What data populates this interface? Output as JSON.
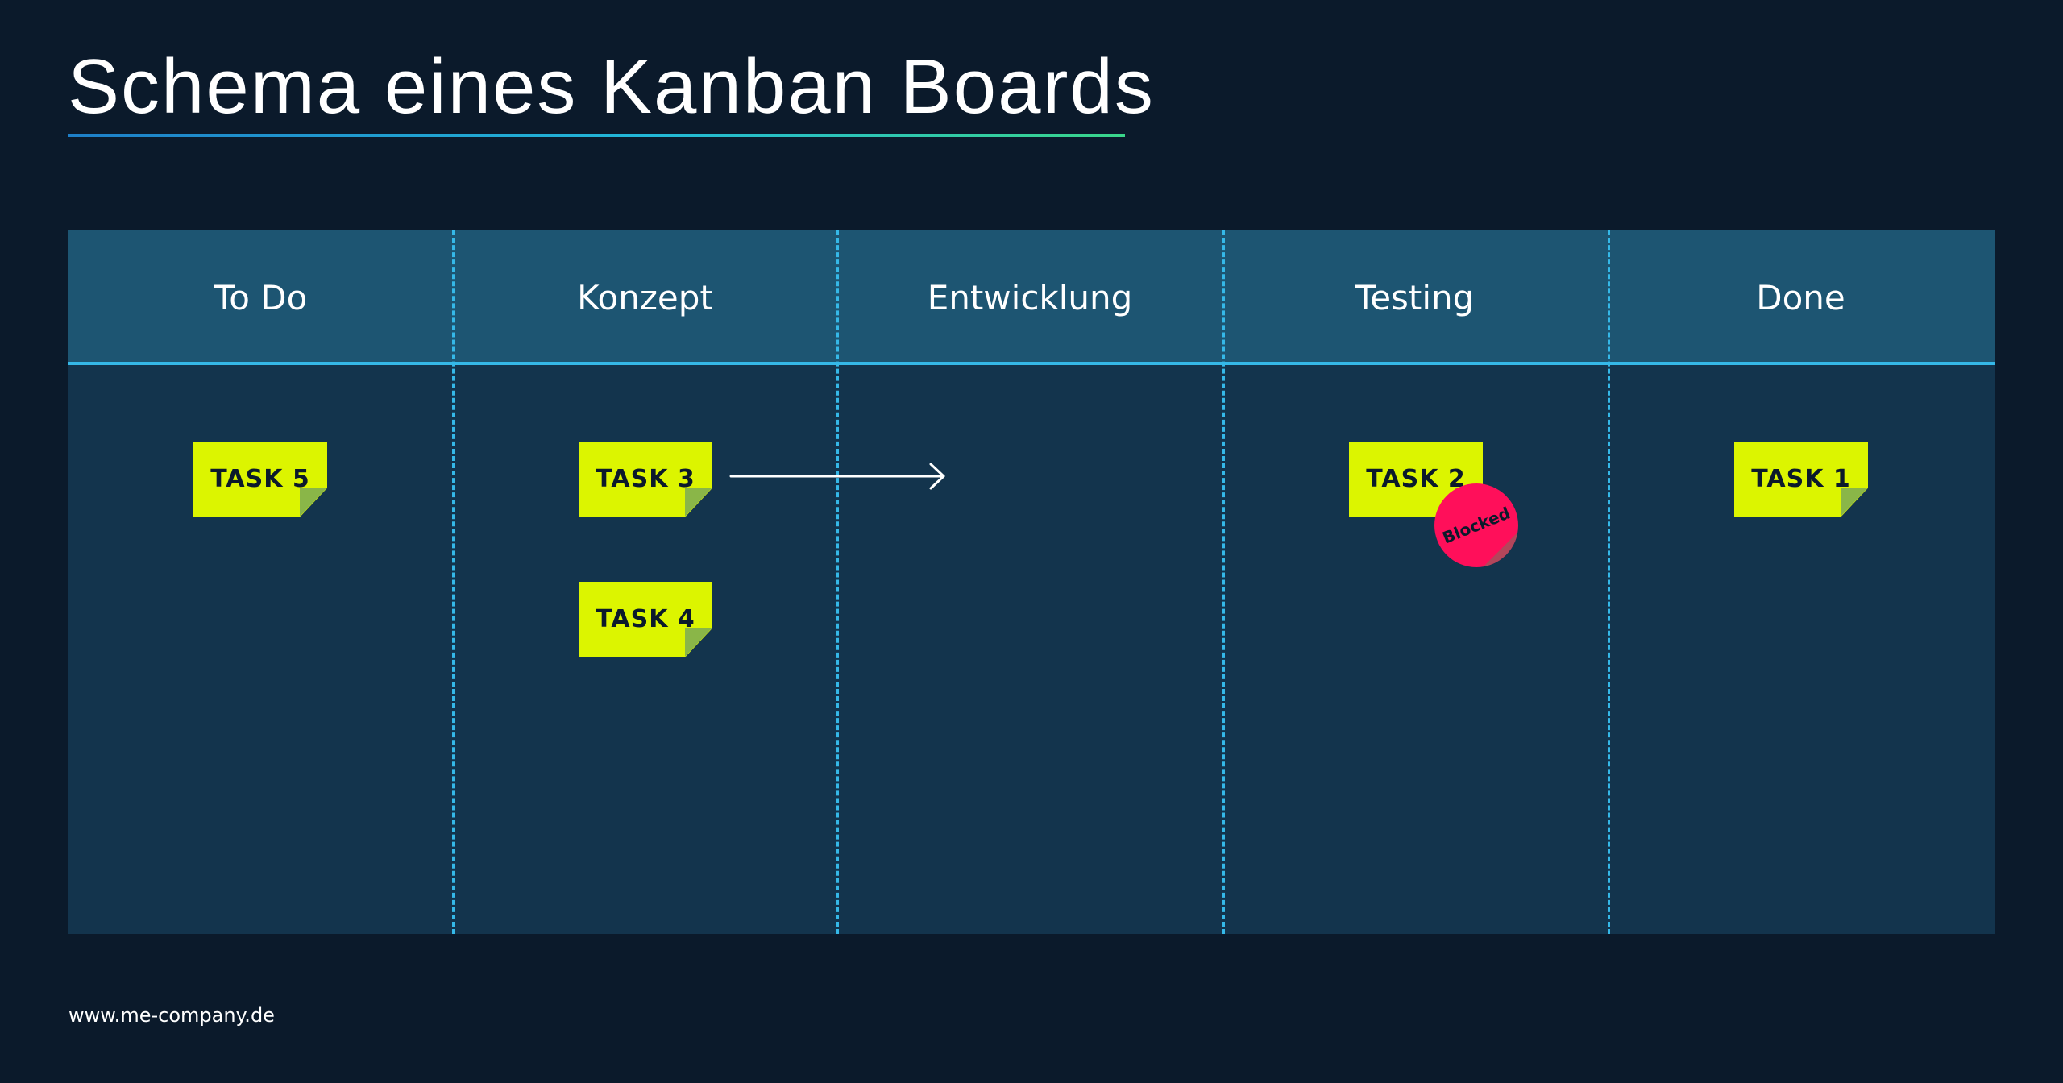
{
  "title": "Schema eines Kanban Boards",
  "colors": {
    "background": "#0b1a2b",
    "board_body": "#13344d",
    "board_header": "#1d5572",
    "divider": "#35b8e8",
    "sticky": "#dcf500",
    "sticky_fold": "#8ab648",
    "blocked": "#ff0f5a"
  },
  "columns": [
    {
      "title": "To Do"
    },
    {
      "title": "Konzept"
    },
    {
      "title": "Entwicklung"
    },
    {
      "title": "Testing"
    },
    {
      "title": "Done"
    }
  ],
  "tasks": [
    {
      "label": "TASK 5",
      "column": "To Do"
    },
    {
      "label": "TASK 3",
      "column": "Konzept"
    },
    {
      "label": "TASK 4",
      "column": "Konzept"
    },
    {
      "label": "TASK 2",
      "column": "Testing",
      "badge": "Blocked"
    },
    {
      "label": "TASK 1",
      "column": "Done"
    }
  ],
  "arrow": {
    "from": "TASK 3",
    "towards": "Entwicklung"
  },
  "footer": "www.me-company.de"
}
